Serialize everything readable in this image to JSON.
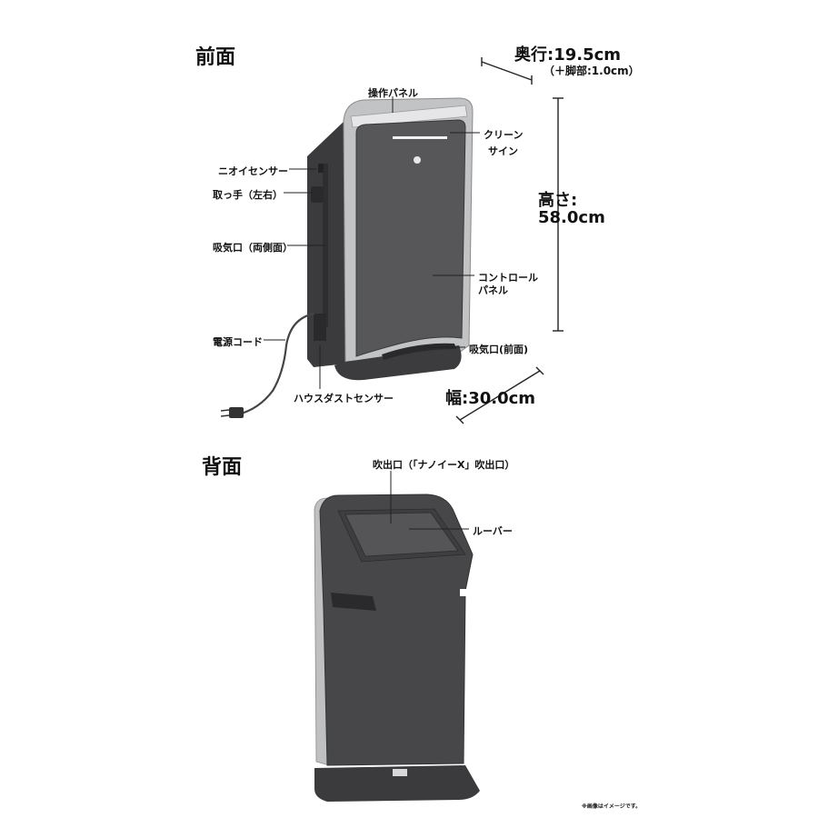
{
  "sections": {
    "front_title": "前面",
    "back_title": "背面"
  },
  "front_labels": {
    "control_panel_top": "操作パネル",
    "clean_sign_1": "クリーン",
    "clean_sign_2": "サイン",
    "odor_sensor": "ニオイセンサー",
    "handle": "取っ手（左右）",
    "intake_sides": "吸気口（両側面）",
    "control_panel_1": "コントロール",
    "control_panel_2": "パネル",
    "power_cord": "電源コード",
    "intake_front": "吸気口(前面)",
    "house_dust_sensor": "ハウスダストセンサー"
  },
  "dimensions": {
    "depth": "奥行:19.5cm",
    "depth_note": "（＋脚部:1.0cm）",
    "height_label": "高さ:",
    "height_value": "58.0cm",
    "width": "幅:30.0cm"
  },
  "back_labels": {
    "outlet": "吹出口（「ナノイーX」吹出口）",
    "louver": "ルーバー"
  },
  "footnote": "※画像はイメージです。",
  "colors": {
    "body_dark": "#4a4a4c",
    "panel_face": "#5c5c5e",
    "silver_frame": "#bfc0c2",
    "base": "#3c3c3e"
  }
}
